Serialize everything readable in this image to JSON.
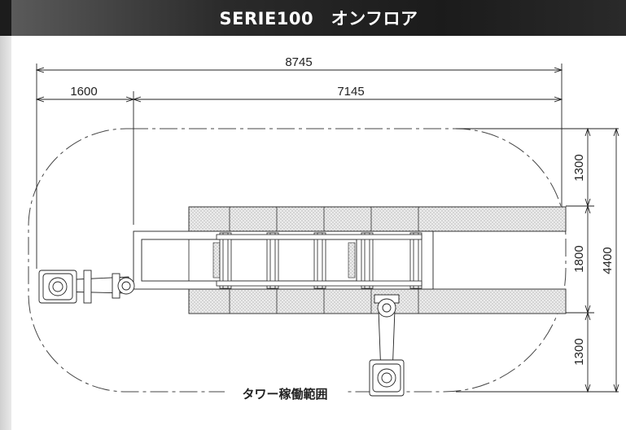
{
  "header": {
    "title": "SERIE100　オンフロア"
  },
  "dimensions": {
    "total_width": "8745",
    "left_offset": "1600",
    "main_width": "7145",
    "right_top": "1300",
    "right_middle": "1800",
    "right_bottom": "1300",
    "right_total": "4400"
  },
  "diagram": {
    "area_label": "タワー稼働範囲"
  },
  "colors": {
    "title_bg": "#1b1b1b",
    "line": "#222222",
    "hatch_fill": "#d9d9d9"
  }
}
